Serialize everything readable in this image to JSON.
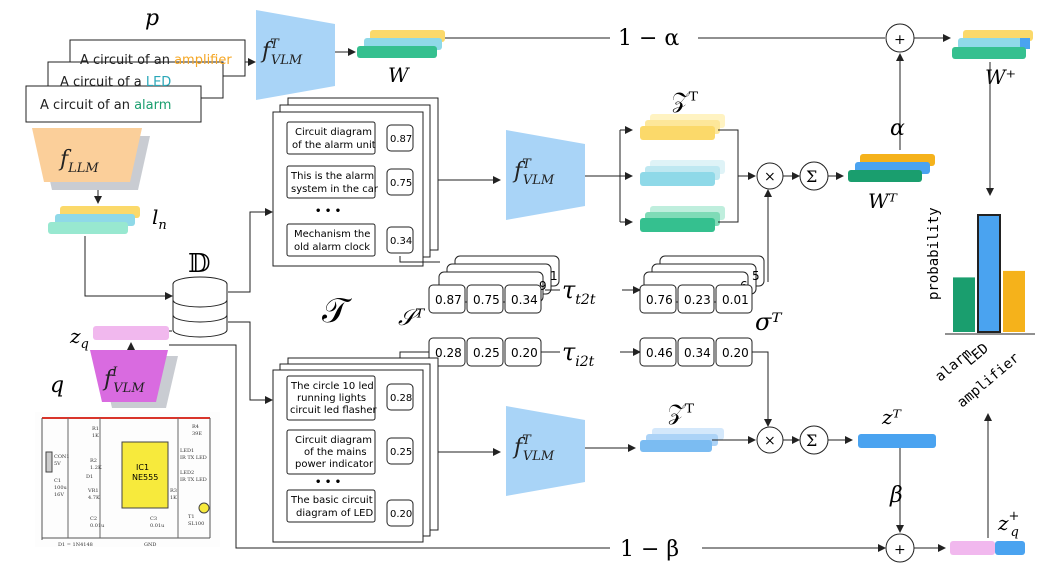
{
  "labels": {
    "p": "p",
    "q": "q",
    "W": "W",
    "W_plus": "W⁺",
    "W_T": "Wᵀ",
    "Z_T_top": "𝒵ᵀ",
    "Z_T_bottom": "𝒵ᵀ",
    "z_T": "zᵀ",
    "z_q": "z_q",
    "z_q_plus": "z_q⁺",
    "l_n": "l_n",
    "D": "𝔻",
    "T": "𝒯",
    "S_T": "𝒮ᵀ",
    "sigma_T": "σᵀ",
    "tau_t2t": "τ_t2t",
    "tau_i2t": "τ_i2t",
    "alpha": "α",
    "beta": "β",
    "one_minus_alpha": "1 − α",
    "one_minus_beta": "1 − β",
    "plus": "+",
    "times": "×",
    "sum": "Σ"
  },
  "models": {
    "f_vlm_T_1": "f^T_VLM",
    "f_vlm_T_2": "f^T_VLM",
    "f_vlm_T_3": "f^T_VLM",
    "f_vlm_I": "f^I_VLM",
    "f_llm": "f_LLM"
  },
  "prompts": [
    {
      "prefix": "A circuit of an ",
      "word": "amplifier",
      "color": "#f5a623"
    },
    {
      "prefix": "A circuit of a ",
      "word": "LED",
      "color": "#2aa7b8"
    },
    {
      "prefix": "A circuit of an ",
      "word": "alarm",
      "color": "#1a9e6e"
    }
  ],
  "top_captions": [
    {
      "text": "Circuit diagram of the alarm unit",
      "line1": "Circuit diagram",
      "line2": "of the alarm unit",
      "score": "0.87"
    },
    {
      "text": "This is the alarm system in the car",
      "line1": "This is the alarm",
      "line2": "system in the car",
      "score": "0.75"
    },
    {
      "text": "Mechanism the old alarm clock",
      "line1": "Mechanism the",
      "line2": "old alarm clock",
      "score": "0.34"
    }
  ],
  "bottom_captions": [
    {
      "text": "The circle 10 led running lights circuit led flasher",
      "line1": "The circle 10 led",
      "line2": "running lights",
      "line3": "circuit led flasher",
      "score": "0.28"
    },
    {
      "text": "Circuit diagram of the mains power indicator",
      "line1": "Circuit diagram",
      "line2": "of the mains",
      "line3": "power indicator",
      "score": "0.25"
    },
    {
      "text": "The basic circuit diagram of LED",
      "line1": "The basic circuit",
      "line2": "diagram of LED",
      "score": "0.20"
    }
  ],
  "ellipsis": "• • •",
  "scores": {
    "s_T": [
      "0.87",
      "0.75",
      "0.34"
    ],
    "sigma_T": [
      "0.76",
      "0.23",
      "0.01"
    ],
    "i2t_left": [
      "0.28",
      "0.25",
      "0.20"
    ],
    "i2t_right": [
      "0.46",
      "0.34",
      "0.20"
    ],
    "stack_hint_left": [
      "1",
      "9"
    ],
    "stack_hint_right": [
      "5",
      "6"
    ]
  },
  "circuit": {
    "chip_line1": "IC1",
    "chip_line2": "NE555",
    "labels": [
      "CON1",
      "5V",
      "C1",
      "100u",
      "16V",
      "R1",
      "1K",
      "R2",
      "1.2K",
      "VR1",
      "4.7K",
      "D1",
      "C2",
      "0.01u",
      "R4",
      "39E",
      "LED1",
      "IR TX LED",
      "LED2",
      "IR TX LED",
      "R3",
      "1K",
      "T1",
      "SL100",
      "C3",
      "0.01u",
      "GND",
      "D1 = 1N4148"
    ]
  },
  "chart_data": {
    "type": "bar",
    "categories": [
      "alarm",
      "LED",
      "amplifier"
    ],
    "values": [
      0.42,
      0.9,
      0.47
    ],
    "colors": [
      "#1a9e6e",
      "#4aa3f0",
      "#f5b21b"
    ],
    "ylabel": "probability",
    "highlight": "LED"
  },
  "colors": {
    "yellow": "#fbd96a",
    "cyan": "#8fd9e8",
    "green": "#35c08f",
    "blue": "#4aa3f0",
    "pink": "#f1b8ee",
    "purple": "#d96be0",
    "model_blue": "#a9d4f7",
    "llm_orange": "#fbcf9a"
  }
}
